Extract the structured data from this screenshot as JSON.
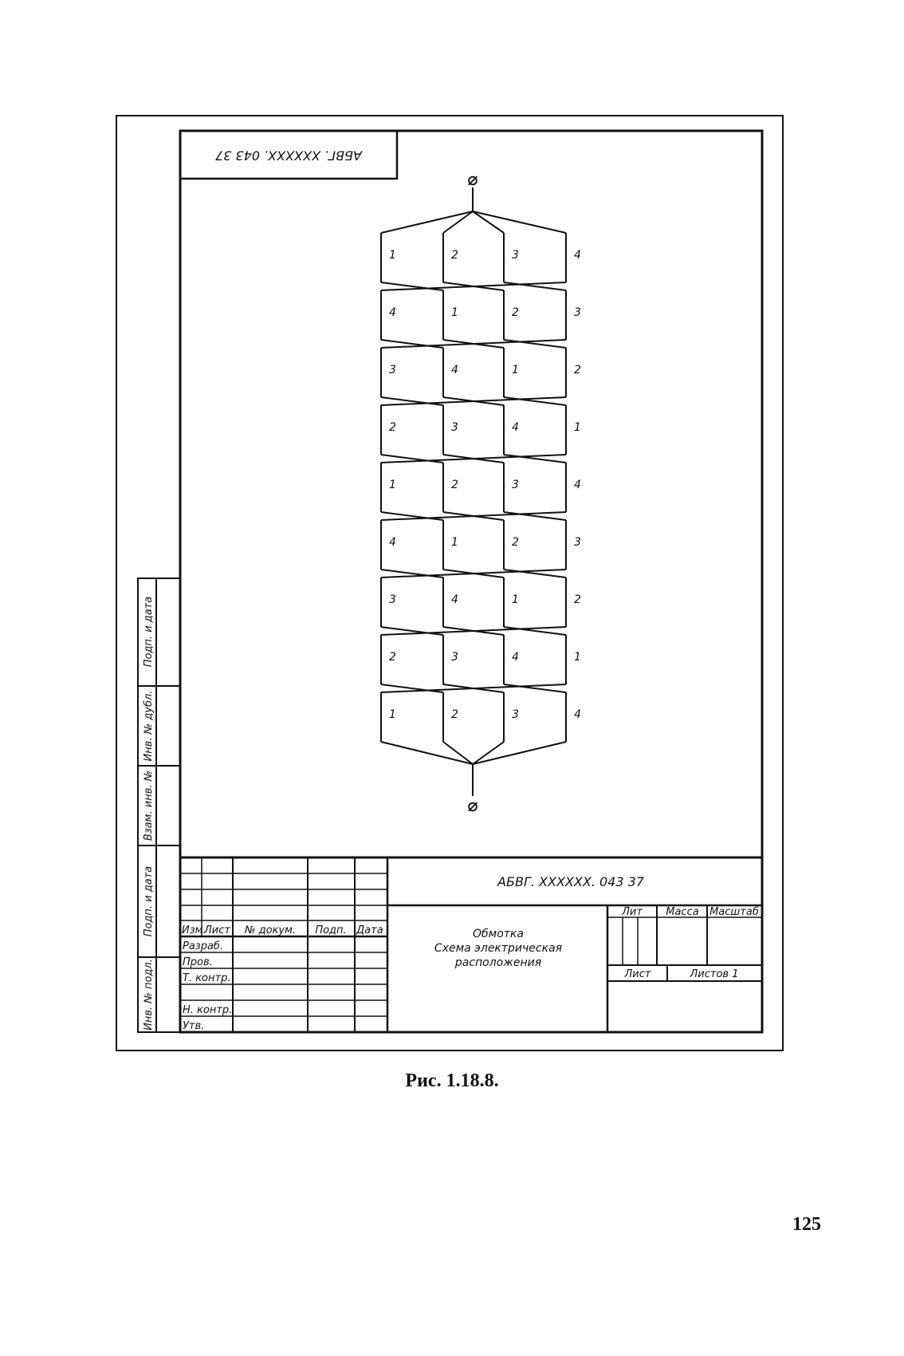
{
  "frame": {
    "corner_code_rotated": "АБВГ. XXXXXX. 043 37"
  },
  "diagram": {
    "terminal_symbol": "⌀",
    "rows": [
      [
        "1",
        "2",
        "3",
        "4"
      ],
      [
        "4",
        "1",
        "2",
        "3"
      ],
      [
        "3",
        "4",
        "1",
        "2"
      ],
      [
        "2",
        "3",
        "4",
        "1"
      ],
      [
        "1",
        "2",
        "3",
        "4"
      ],
      [
        "4",
        "1",
        "2",
        "3"
      ],
      [
        "3",
        "4",
        "1",
        "2"
      ],
      [
        "2",
        "3",
        "4",
        "1"
      ],
      [
        "1",
        "2",
        "3",
        "4"
      ]
    ]
  },
  "side_strip": {
    "labels": [
      "Подп. и дата",
      "Инв. № дубл.",
      "Взам. инв. №",
      "Подп. и дата",
      "Инв. № подл."
    ]
  },
  "title_block": {
    "doc_code": "АБВГ. XXXXXX. 043 37",
    "col_headers": [
      "Изм.",
      "Лист",
      "№ докум.",
      "Подп.",
      "Дата"
    ],
    "role_rows": [
      "Разраб.",
      "Пров.",
      "Т. контр.",
      "",
      "Н. контр.",
      "Утв."
    ],
    "title_lines": [
      "Обмотка",
      "Схема электрическая",
      "расположения"
    ],
    "lit_label": "Лит",
    "mass_label": "Масса",
    "scale_label": "Масштаб",
    "sheet_label": "Лист",
    "sheets_label": "Листов 1"
  },
  "caption": "Рис. 1.18.8.",
  "page_number": "125"
}
